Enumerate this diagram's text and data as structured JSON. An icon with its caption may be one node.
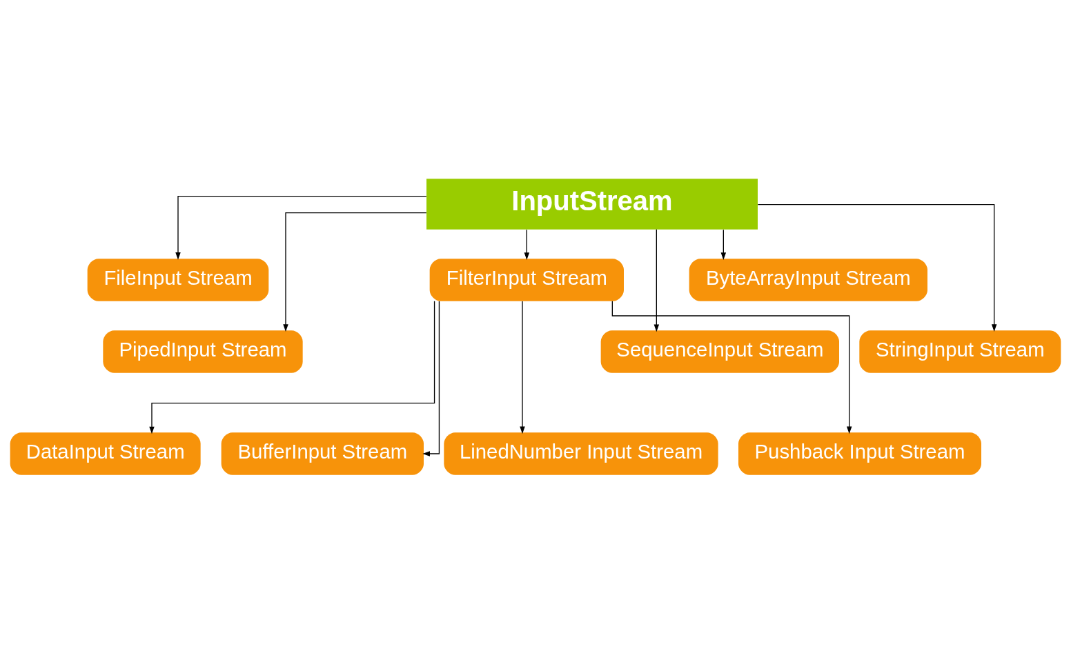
{
  "diagram": {
    "nodes": [
      {
        "text": [
          "InputStream"
        ]
      },
      {
        "text": [
          "FileInput Stream"
        ]
      },
      {
        "text": [
          "PipedInput Stream"
        ]
      },
      {
        "text": [
          "FilterInput Stream"
        ]
      },
      {
        "text": [
          "SequenceInput Stream"
        ]
      },
      {
        "text": [
          "ByteArrayInput Stream"
        ]
      },
      {
        "text": [
          "StringInput Stream"
        ]
      },
      {
        "text": [
          "DataInput Stream"
        ]
      },
      {
        "text": [
          "BufferInput Stream"
        ]
      },
      {
        "text": [
          "LinedNumber Input Stream"
        ]
      },
      {
        "text": [
          "Pushback Input Stream"
        ]
      }
    ],
    "edges": [
      {
        "from": 0,
        "to": 1,
        "arrow": "to"
      },
      {
        "from": 0,
        "to": 2,
        "arrow": "to"
      },
      {
        "from": 0,
        "to": 3,
        "arrow": "to"
      },
      {
        "from": 0,
        "to": 4,
        "arrow": "to"
      },
      {
        "from": 0,
        "to": 5,
        "arrow": "to"
      },
      {
        "from": 0,
        "to": 6,
        "arrow": "to"
      },
      {
        "from": 3,
        "to": 7,
        "arrow": "to"
      },
      {
        "from": 3,
        "to": 8,
        "arrow": "to"
      },
      {
        "from": 3,
        "to": 9,
        "arrow": "to"
      },
      {
        "from": 3,
        "to": 10,
        "arrow": "to"
      }
    ]
  }
}
